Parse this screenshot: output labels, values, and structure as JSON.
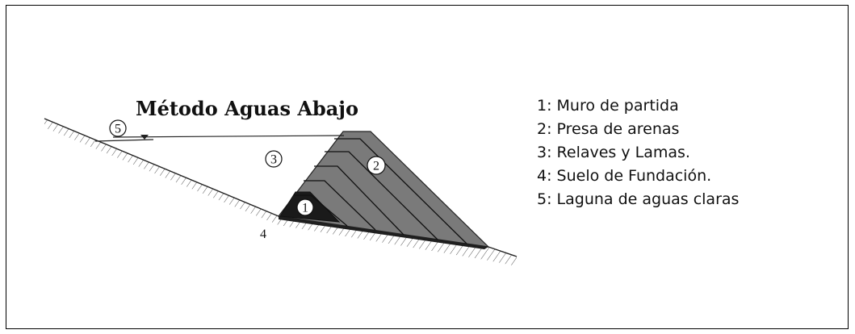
{
  "diagram": {
    "title": "Método Aguas Abajo",
    "markers": {
      "one": "1",
      "two": "2",
      "three": "3",
      "four": "4",
      "five": "5"
    },
    "colors": {
      "dam_fill": "#7a7a7a",
      "starter_wall": "#1a1a1a",
      "ground_hatch": "#555555"
    }
  },
  "legend": {
    "items": [
      "1: Muro de partida",
      "2: Presa de arenas",
      "3: Relaves y Lamas.",
      "4: Suelo de Fundación.",
      "5: Laguna de aguas claras"
    ]
  }
}
